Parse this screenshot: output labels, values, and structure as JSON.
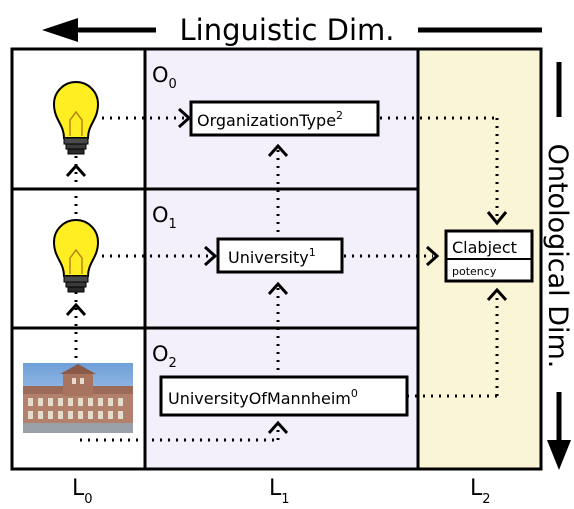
{
  "axes": {
    "linguistic_label": "Linguistic Dim.",
    "ontological_label": "Ontological Dim."
  },
  "columns": {
    "L0": {
      "main": "L",
      "sub": "0"
    },
    "L1": {
      "main": "L",
      "sub": "1"
    },
    "L2": {
      "main": "L",
      "sub": "2"
    }
  },
  "levels": {
    "O0": {
      "main": "O",
      "sub": "0"
    },
    "O1": {
      "main": "O",
      "sub": "1"
    },
    "O2": {
      "main": "O",
      "sub": "2"
    }
  },
  "elements": {
    "organization_type": {
      "name": "OrganizationType",
      "potency": "2"
    },
    "university": {
      "name": "University",
      "potency": "1"
    },
    "university_of_mannheim": {
      "name": "UniversityOfMannheim",
      "potency": "0"
    },
    "clabject": {
      "title": "Clabject",
      "attribute": "potency"
    }
  },
  "icons": [
    "lightbulb-icon",
    "lightbulb-icon",
    "building-photo"
  ],
  "colors": {
    "l1_background": "#f4f0fb",
    "l2_background": "#fbf5d8",
    "bulb": "#ffee22",
    "border": "#000000"
  }
}
